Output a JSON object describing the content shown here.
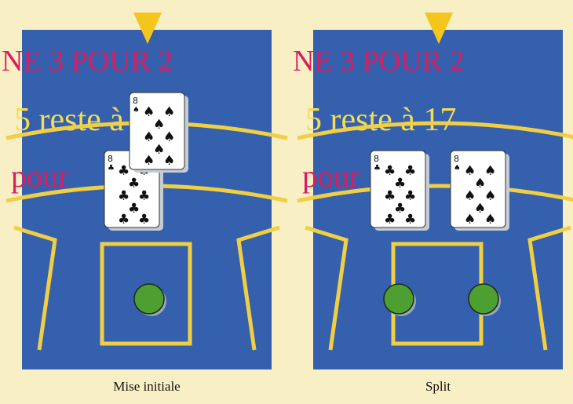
{
  "colors": {
    "background": "#f8efc4",
    "felt": "#3560ad",
    "gold_lines": "#f1cf43",
    "banner_text": "#d81e63",
    "rule_text": "#f5dc52",
    "chip": "#4e9f31",
    "pointer": "#f3c51d"
  },
  "left_panel": {
    "banner": "NE 3 POUR 2",
    "rule": "5 reste à 17",
    "pour": "pour",
    "caption": "Mise initiale",
    "cards": [
      {
        "rank": "8",
        "suit": "spades",
        "symbol": "♠"
      },
      {
        "rank": "8",
        "suit": "clubs",
        "symbol": "♣"
      }
    ],
    "chips": 1
  },
  "right_panel": {
    "banner": "NE 3 POUR 2",
    "rule": "5 reste à 17",
    "pour": "pour",
    "caption": "Split",
    "cards": [
      {
        "rank": "8",
        "suit": "clubs",
        "symbol": "♣"
      },
      {
        "rank": "8",
        "suit": "spades",
        "symbol": "♠"
      }
    ],
    "chips": 2
  }
}
